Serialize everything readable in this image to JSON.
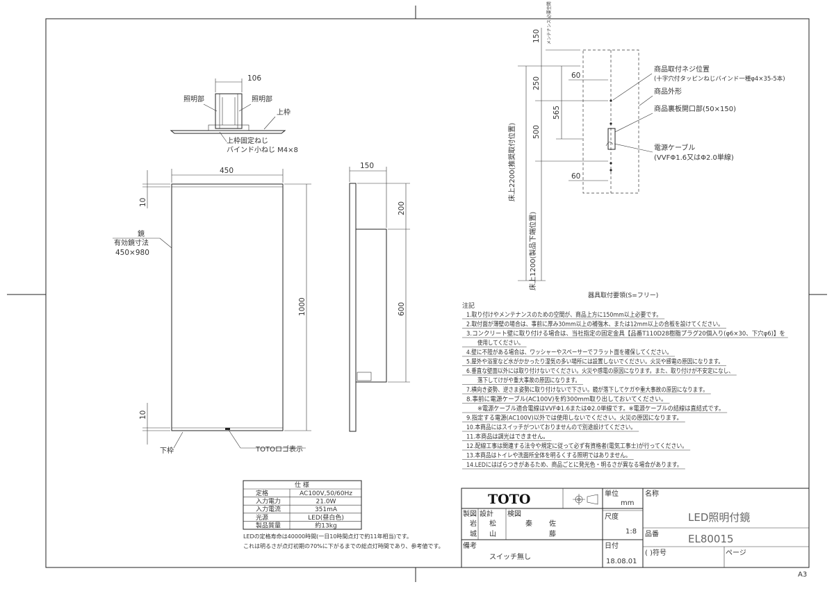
{
  "top_view": {
    "width": "106",
    "left_part": "照明部",
    "right_part": "照明部",
    "frame": "上枠",
    "screw_line1": "上枠固定ねじ",
    "screw_line2": "バインド小ねじ M4×8"
  },
  "front_view": {
    "width": "450",
    "height": "1000",
    "top_margin": "10",
    "bottom_margin": "10",
    "mirror": "鏡",
    "effective_label": "有効鏡寸法",
    "effective_size": "450×980",
    "bottom_frame": "下枠",
    "logo": "TOTOロゴ表示"
  },
  "side_view": {
    "depth": "150",
    "dim_200": "200",
    "dim_600": "600"
  },
  "install": {
    "dim_150": "150",
    "space_note": "メンテナンス 必要空間",
    "dim_250": "250",
    "dim_565": "565",
    "dim_500": "500",
    "dim_60_top": "60",
    "dim_60_bottom": "60",
    "floor_2200": "床上2200(推奨取付位置)",
    "floor_1200": "床上1200(製品下端位置)",
    "screw_pos": "商品取付ネジ位置",
    "screw_spec": "(十字穴付タッピンねじバインド一種φ4×35-5本)",
    "outline": "商品外形",
    "opening": "商品裏板開口部(50×150)",
    "cable": "電源ケーブル",
    "cable_spec": "(VVFΦ1.6又はΦ2.0単線)",
    "caption": "器具取付要領(S=フリー)"
  },
  "notes": {
    "title": "注記",
    "items": [
      "1.取り付けやメンテナンスのための空間が、商品上方に150mm以上必要です。",
      "2.取付面が薄壁の場合は、事前に厚み30mm以上の補強木、または12mm以上の合板を設けてください。",
      "3.コンクリート壁に取り付ける場合は、当社指定の固定金具【品番T110D28樹脂プラグ20個入り(φ6×30、下穴φ6)】を",
      "使用してください。",
      "4.壁に不陸がある場合は、ワッシャーやスペーサーでフラット面を確保してください。",
      "5.屋外や浴室など水がかかったり湿気の多い場所には設置しないでください。火災や感電の原因になります。",
      "6.垂直な壁面以外には取り付けないでください。火災や感電の原因になります。また、取り付けが不安定になし、",
      "落下してけがや重大事故の原因になります。",
      "7.横向き姿勢、逆さま姿勢に取り付けないで下さい。鏡が落下してケガや重大事故の原因になります。",
      "8.事前に電源ケーブル(AC100V)を約300mm取り出しておいてください。",
      "※電源ケーブル適合電線はVVFΦ1.6またはΦ2.0単線です。※電源ケーブルの結線は直結式です。",
      "9.指定する電源(AC100V)以外では使用しないでください。火災の原因になります。",
      "10.本商品にはスイッチがついておりませんので別途設けてください。",
      "11.本商品は調光はできません。",
      "12.配線工事は関連する法令や規定に従って必ず有資格者(電気工事士)が行ってください。",
      "13.本商品はトイレや洗面所全体を明るくする照明ではありません。",
      "14.LEDにはばらつきがあるため、商品ごとに発光色・明るさが異なる場合があります。"
    ]
  },
  "spec": {
    "title": "仕 様",
    "rows": [
      {
        "k": "定格",
        "v": "AC100V,50/60Hz"
      },
      {
        "k": "入力電力",
        "v": "21.0W"
      },
      {
        "k": "入力電流",
        "v": "351mA"
      },
      {
        "k": "光源",
        "v": "LED(昼白色)"
      },
      {
        "k": "製品質量",
        "v": "約13kg"
      }
    ],
    "note1": "LEDの定格寿命は40000時間(一日10時間点灯で約11年相当)です。",
    "note2": "これは明るさが点灯初期の70%に下がるまでの総点灯時間であり、参考値です。"
  },
  "title_block": {
    "logo": "TOTO",
    "unit_label": "単位",
    "unit": "mm",
    "name_label": "名称",
    "product_name": "LED照明付鏡",
    "scale_label": "尺度",
    "scale": "1:8",
    "part_label": "品番",
    "part_number": "EL80015",
    "date_label": "日付",
    "date": "18.08.01",
    "sign_label": "( )符号",
    "page_label": "ページ",
    "h_seizu": "製図",
    "h_sekkei": "設計",
    "h_kenzu": "検図",
    "n_iwa": "岩",
    "n_jo": "城",
    "n_matsu": "松",
    "n_yama": "山",
    "n_hata": "秦",
    "n_sa": "佐",
    "n_fuji": "藤",
    "remarks_label": "備考",
    "remarks": "スイッチ無し",
    "sheet_size": "A3"
  }
}
